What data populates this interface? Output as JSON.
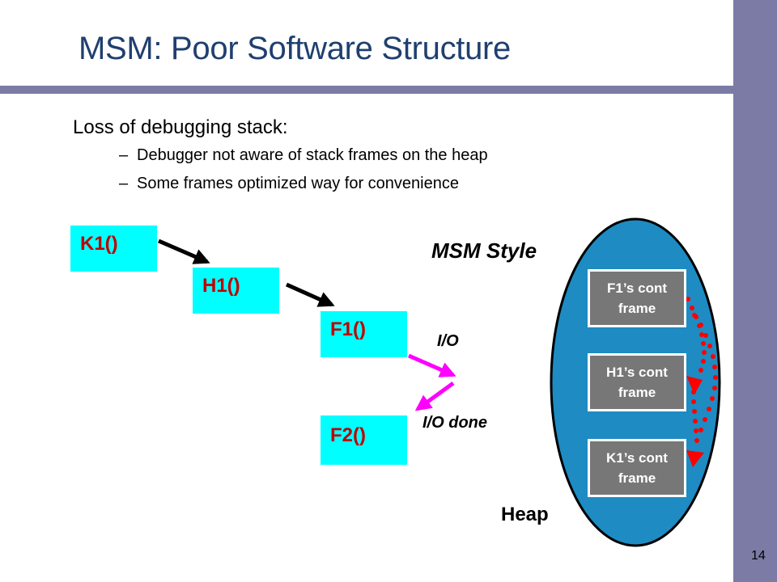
{
  "slide": {
    "title": "MSM: Poor Software Structure",
    "bullet": "Loss of debugging stack:",
    "subbullets": [
      "Debugger not aware of stack frames on the heap",
      "Some frames optimized way for convenience"
    ],
    "dash": "–",
    "page_number": "14"
  },
  "diagram": {
    "functions": [
      "K1()",
      "H1()",
      "F1()",
      "F2()"
    ],
    "style_label": "MSM Style",
    "io_label": "I/O",
    "io_done_label": "I/O done",
    "heap_label": "Heap",
    "heap_frames": [
      {
        "line1": "F1’s cont",
        "line2": "frame"
      },
      {
        "line1": "H1’s cont",
        "line2": "frame"
      },
      {
        "line1": "K1’s cont",
        "line2": "frame"
      }
    ]
  },
  "colors": {
    "accent": "#7b7ba6",
    "title": "#1f3f6f",
    "function_box": "#00ffff",
    "function_text": "#c00000",
    "heap_fill": "#1e8bc3",
    "frame_fill": "#777777",
    "io_arrow": "#ff00ff",
    "return_arrow": "#ff0000"
  }
}
